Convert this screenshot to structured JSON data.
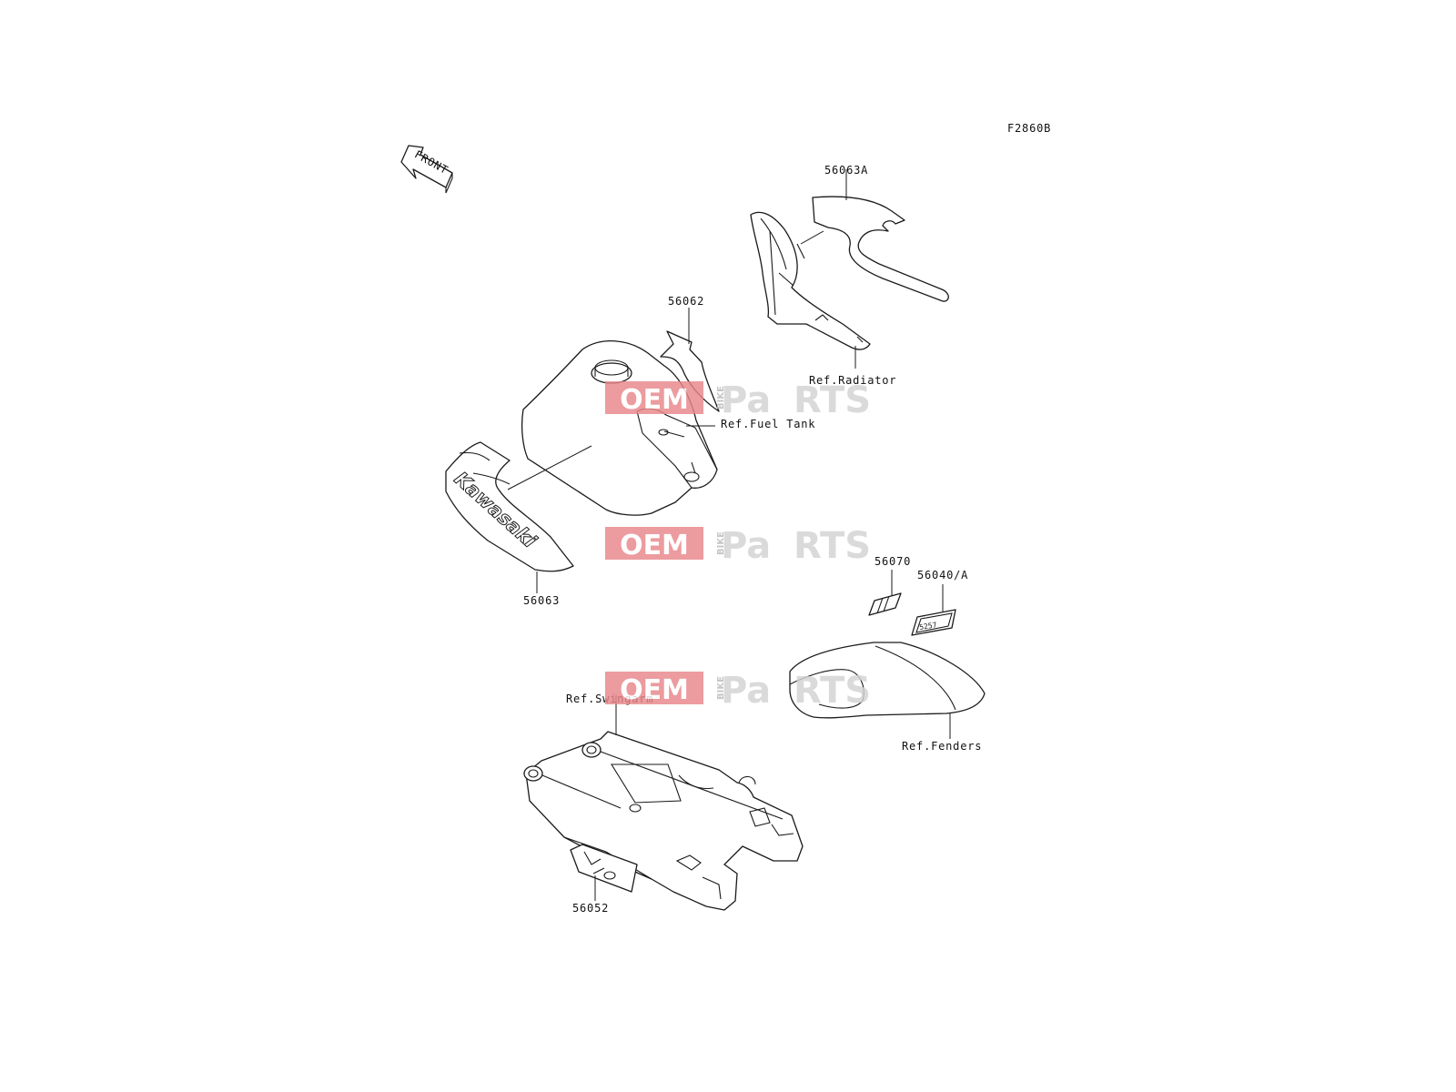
{
  "figure_code": "F2860B",
  "front_arrow_text": "FRONT",
  "callouts": {
    "p56063A": "56063A",
    "p56062": "56062",
    "ref_radiator": "Ref.Radiator",
    "ref_fuel_tank": "Ref.Fuel Tank",
    "p56063": "56063",
    "p56070": "56070",
    "p56040A": "56040/A",
    "ref_swingarm": "Ref.Swingarm",
    "ref_fenders": "Ref.Fenders",
    "p56052": "56052"
  },
  "decal_text": "Kawasaki",
  "watermark": {
    "oem": "OEM",
    "bike": "BIKE",
    "pa": "Pa",
    "rts": "RTS",
    "accent": "#e9868a"
  }
}
